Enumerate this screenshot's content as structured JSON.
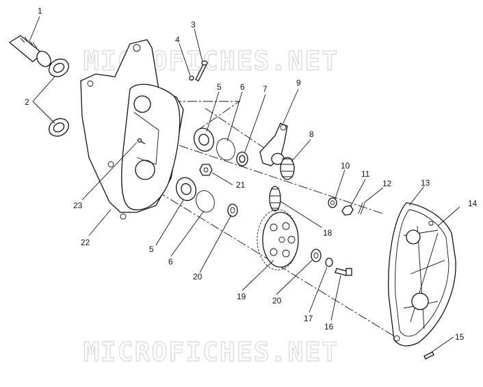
{
  "watermark": {
    "text": "MICROFICHES.NET"
  },
  "callouts": [
    {
      "id": "c1",
      "label": "1"
    },
    {
      "id": "c2",
      "label": "2"
    },
    {
      "id": "c3",
      "label": "3"
    },
    {
      "id": "c4",
      "label": "4"
    },
    {
      "id": "c5a",
      "label": "5"
    },
    {
      "id": "c5b",
      "label": "5"
    },
    {
      "id": "c6a",
      "label": "6"
    },
    {
      "id": "c6b",
      "label": "6"
    },
    {
      "id": "c7",
      "label": "7"
    },
    {
      "id": "c8",
      "label": "8"
    },
    {
      "id": "c9",
      "label": "9"
    },
    {
      "id": "c10",
      "label": "10"
    },
    {
      "id": "c11",
      "label": "11"
    },
    {
      "id": "c12",
      "label": "12"
    },
    {
      "id": "c13",
      "label": "13"
    },
    {
      "id": "c14",
      "label": "14"
    },
    {
      "id": "c15",
      "label": "15"
    },
    {
      "id": "c16",
      "label": "16"
    },
    {
      "id": "c17",
      "label": "17"
    },
    {
      "id": "c18",
      "label": "18"
    },
    {
      "id": "c19",
      "label": "19"
    },
    {
      "id": "c20a",
      "label": "20"
    },
    {
      "id": "c20b",
      "label": "20"
    },
    {
      "id": "c21",
      "label": "21"
    },
    {
      "id": "c22",
      "label": "22"
    },
    {
      "id": "c23",
      "label": "23"
    }
  ]
}
